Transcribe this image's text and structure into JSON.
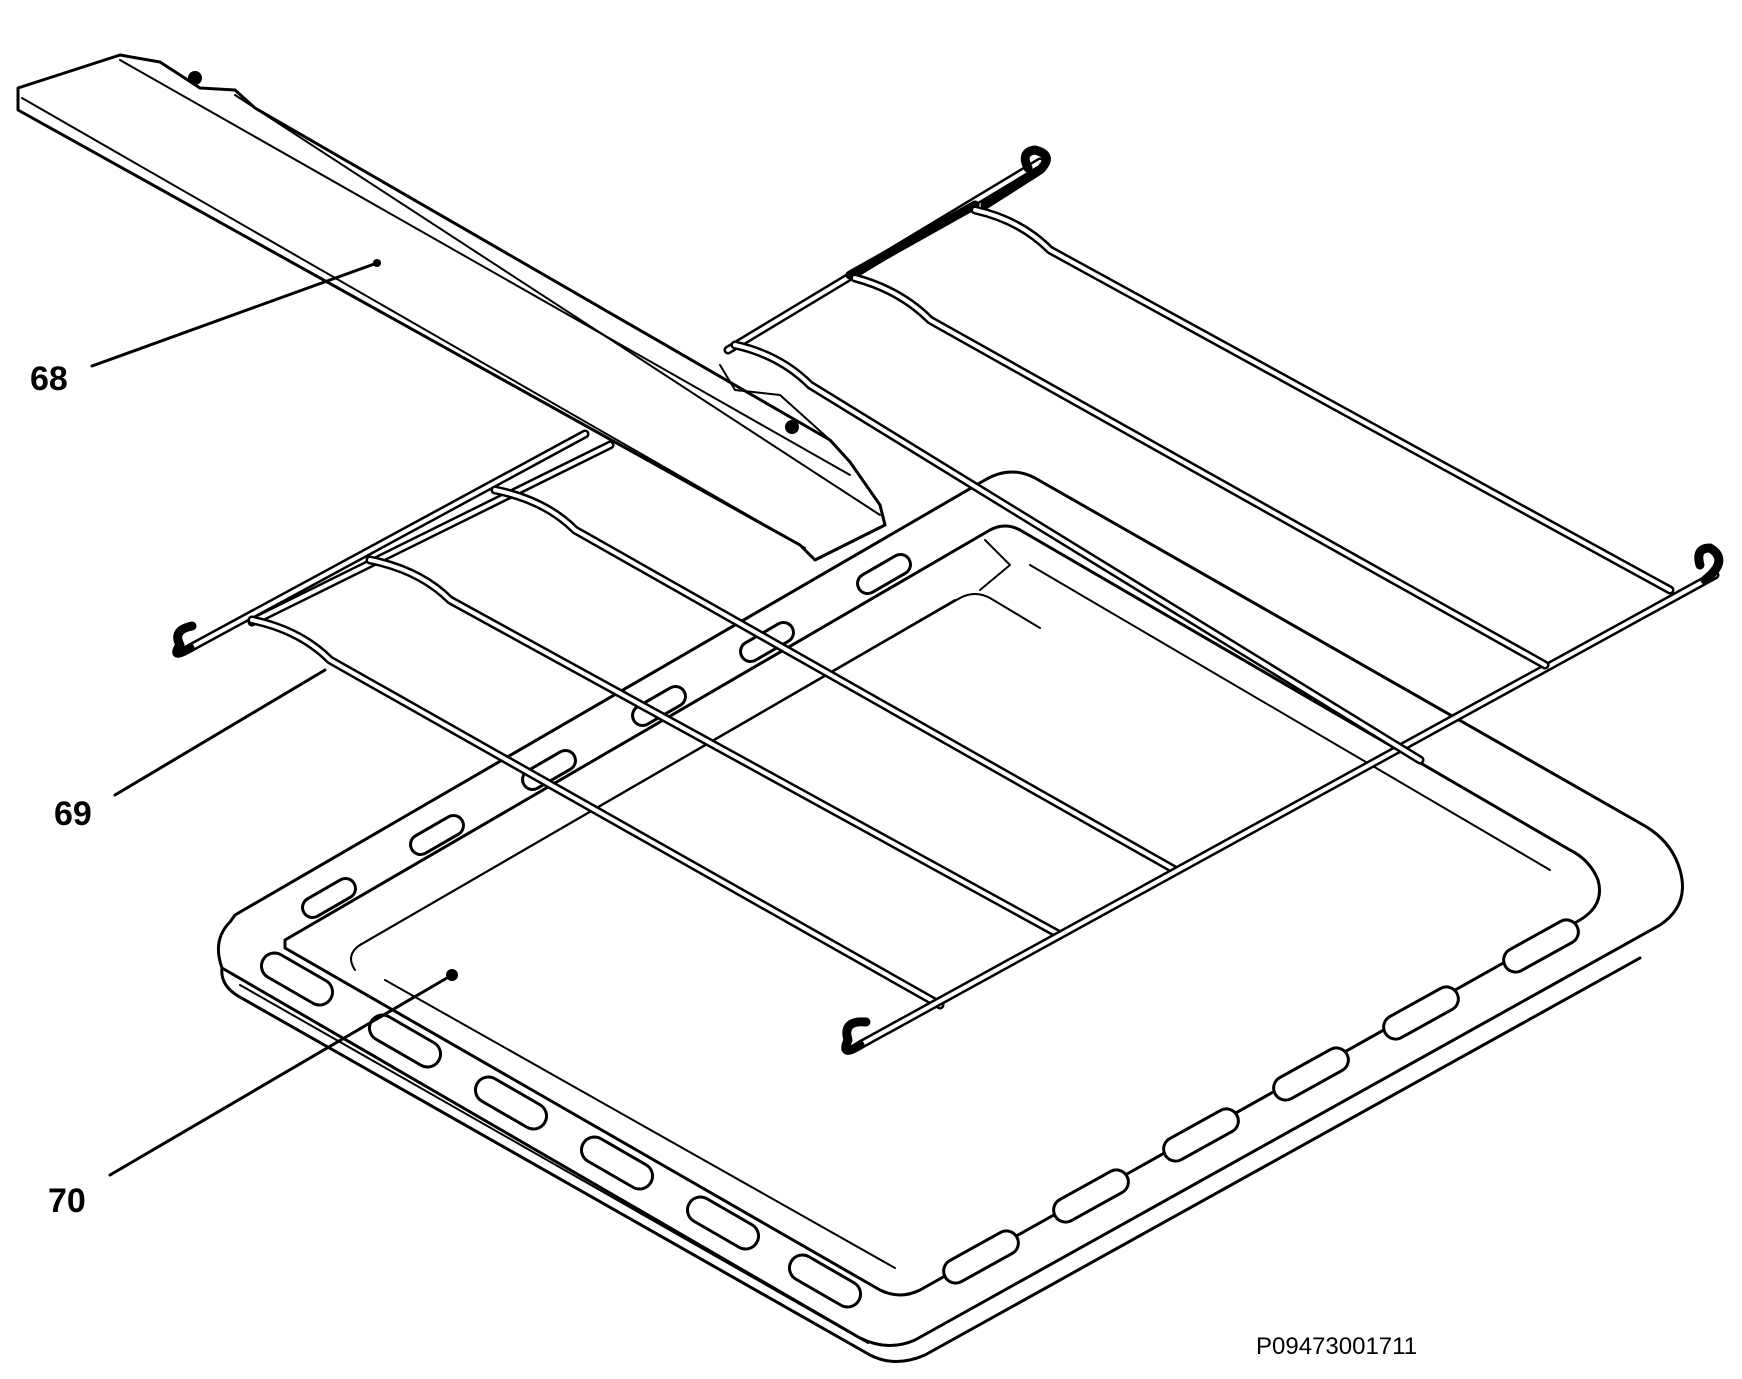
{
  "diagram": {
    "parts": [
      {
        "id": "68",
        "label": "68",
        "component": "rail"
      },
      {
        "id": "69",
        "label": "69",
        "component": "wire-shelf"
      },
      {
        "id": "70",
        "label": "70",
        "component": "baking-tray"
      }
    ],
    "reference_code": "P09473001711",
    "colors": {
      "line": "#000000",
      "background": "#ffffff"
    }
  }
}
